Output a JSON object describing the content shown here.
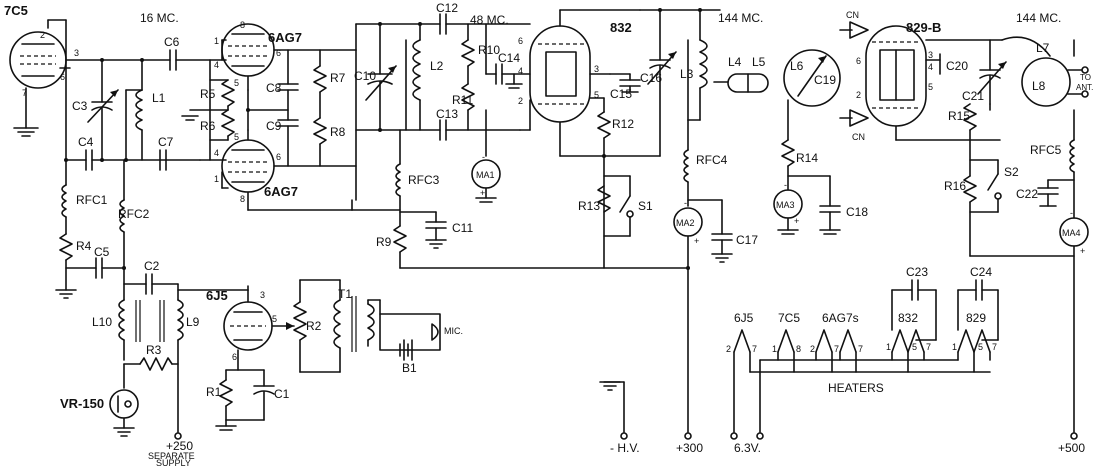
{
  "freq_labels": {
    "f16": "16 MC.",
    "f48": "48 MC.",
    "f144a": "144 MC.",
    "f144b": "144 MC."
  },
  "tubes": {
    "t7c5": "7C5",
    "t6ag7a": "6AG7",
    "t6ag7b": "6AG7",
    "t832": "832",
    "t8298": "829-B",
    "t6j5": "6J5"
  },
  "parts": {
    "C3": "C3",
    "C4": "C4",
    "C5": "C5",
    "C6": "C6",
    "C7": "C7",
    "C8": "C8",
    "C9": "C9",
    "C10": "C10",
    "C11": "C11",
    "C12": "C12",
    "C13": "C13",
    "C14": "C14",
    "C15": "C15",
    "C16": "C16",
    "C17": "C17",
    "C18": "C18",
    "C19": "C19",
    "C20": "C20",
    "C21": "C21",
    "C22": "C22",
    "C23": "C23",
    "C24": "C24",
    "C2": "C2",
    "C1": "C1",
    "CN1": "CN",
    "CN2": "CN",
    "L1": "L1",
    "L2": "L2",
    "L3": "L3",
    "L4": "L4",
    "L5": "L5",
    "L6": "L6",
    "L7": "L7",
    "L8": "L8",
    "L9": "L9",
    "L10": "L10",
    "R1": "R1",
    "R2": "R2",
    "R3": "R3",
    "R4": "R4",
    "R5": "R5",
    "R6": "R6",
    "R7": "R7",
    "R8": "R8",
    "R9": "R9",
    "R10": "R10",
    "R11": "R11",
    "R12": "R12",
    "R13": "R13",
    "R14": "R14",
    "R15": "R15",
    "R16": "R16",
    "RFC1": "RFC1",
    "RFC2": "RFC2",
    "RFC3": "RFC3",
    "RFC4": "RFC4",
    "RFC5": "RFC5",
    "MA1": "MA1",
    "MA2": "MA2",
    "MA3": "MA3",
    "MA4": "MA4",
    "S1": "S1",
    "S2": "S2",
    "T1": "T1",
    "B1": "B1",
    "VR150": "VR-150",
    "mic": "MIC."
  },
  "supplies": {
    "hv": "- H.V.",
    "p300": "+300",
    "p500": "+500",
    "v63": "6.3V.",
    "p250": "+250",
    "sep1": "SEPARATE",
    "sep2": "SUPPLY"
  },
  "antenna": {
    "to": "TO",
    "ant": "ANT."
  },
  "heaters": {
    "title": "HEATERS",
    "h6j5": "6J5",
    "h7c5": "7C5",
    "h6ag7s": "6AG7s",
    "h832": "832",
    "h829": "829"
  },
  "pins": {
    "p2": "2",
    "p3": "3",
    "p4": "4",
    "p5": "5",
    "p6": "6",
    "p7": "7",
    "p8": "8",
    "p1": "1"
  },
  "meter_signs": {
    "minus": "-",
    "plus": "+"
  }
}
